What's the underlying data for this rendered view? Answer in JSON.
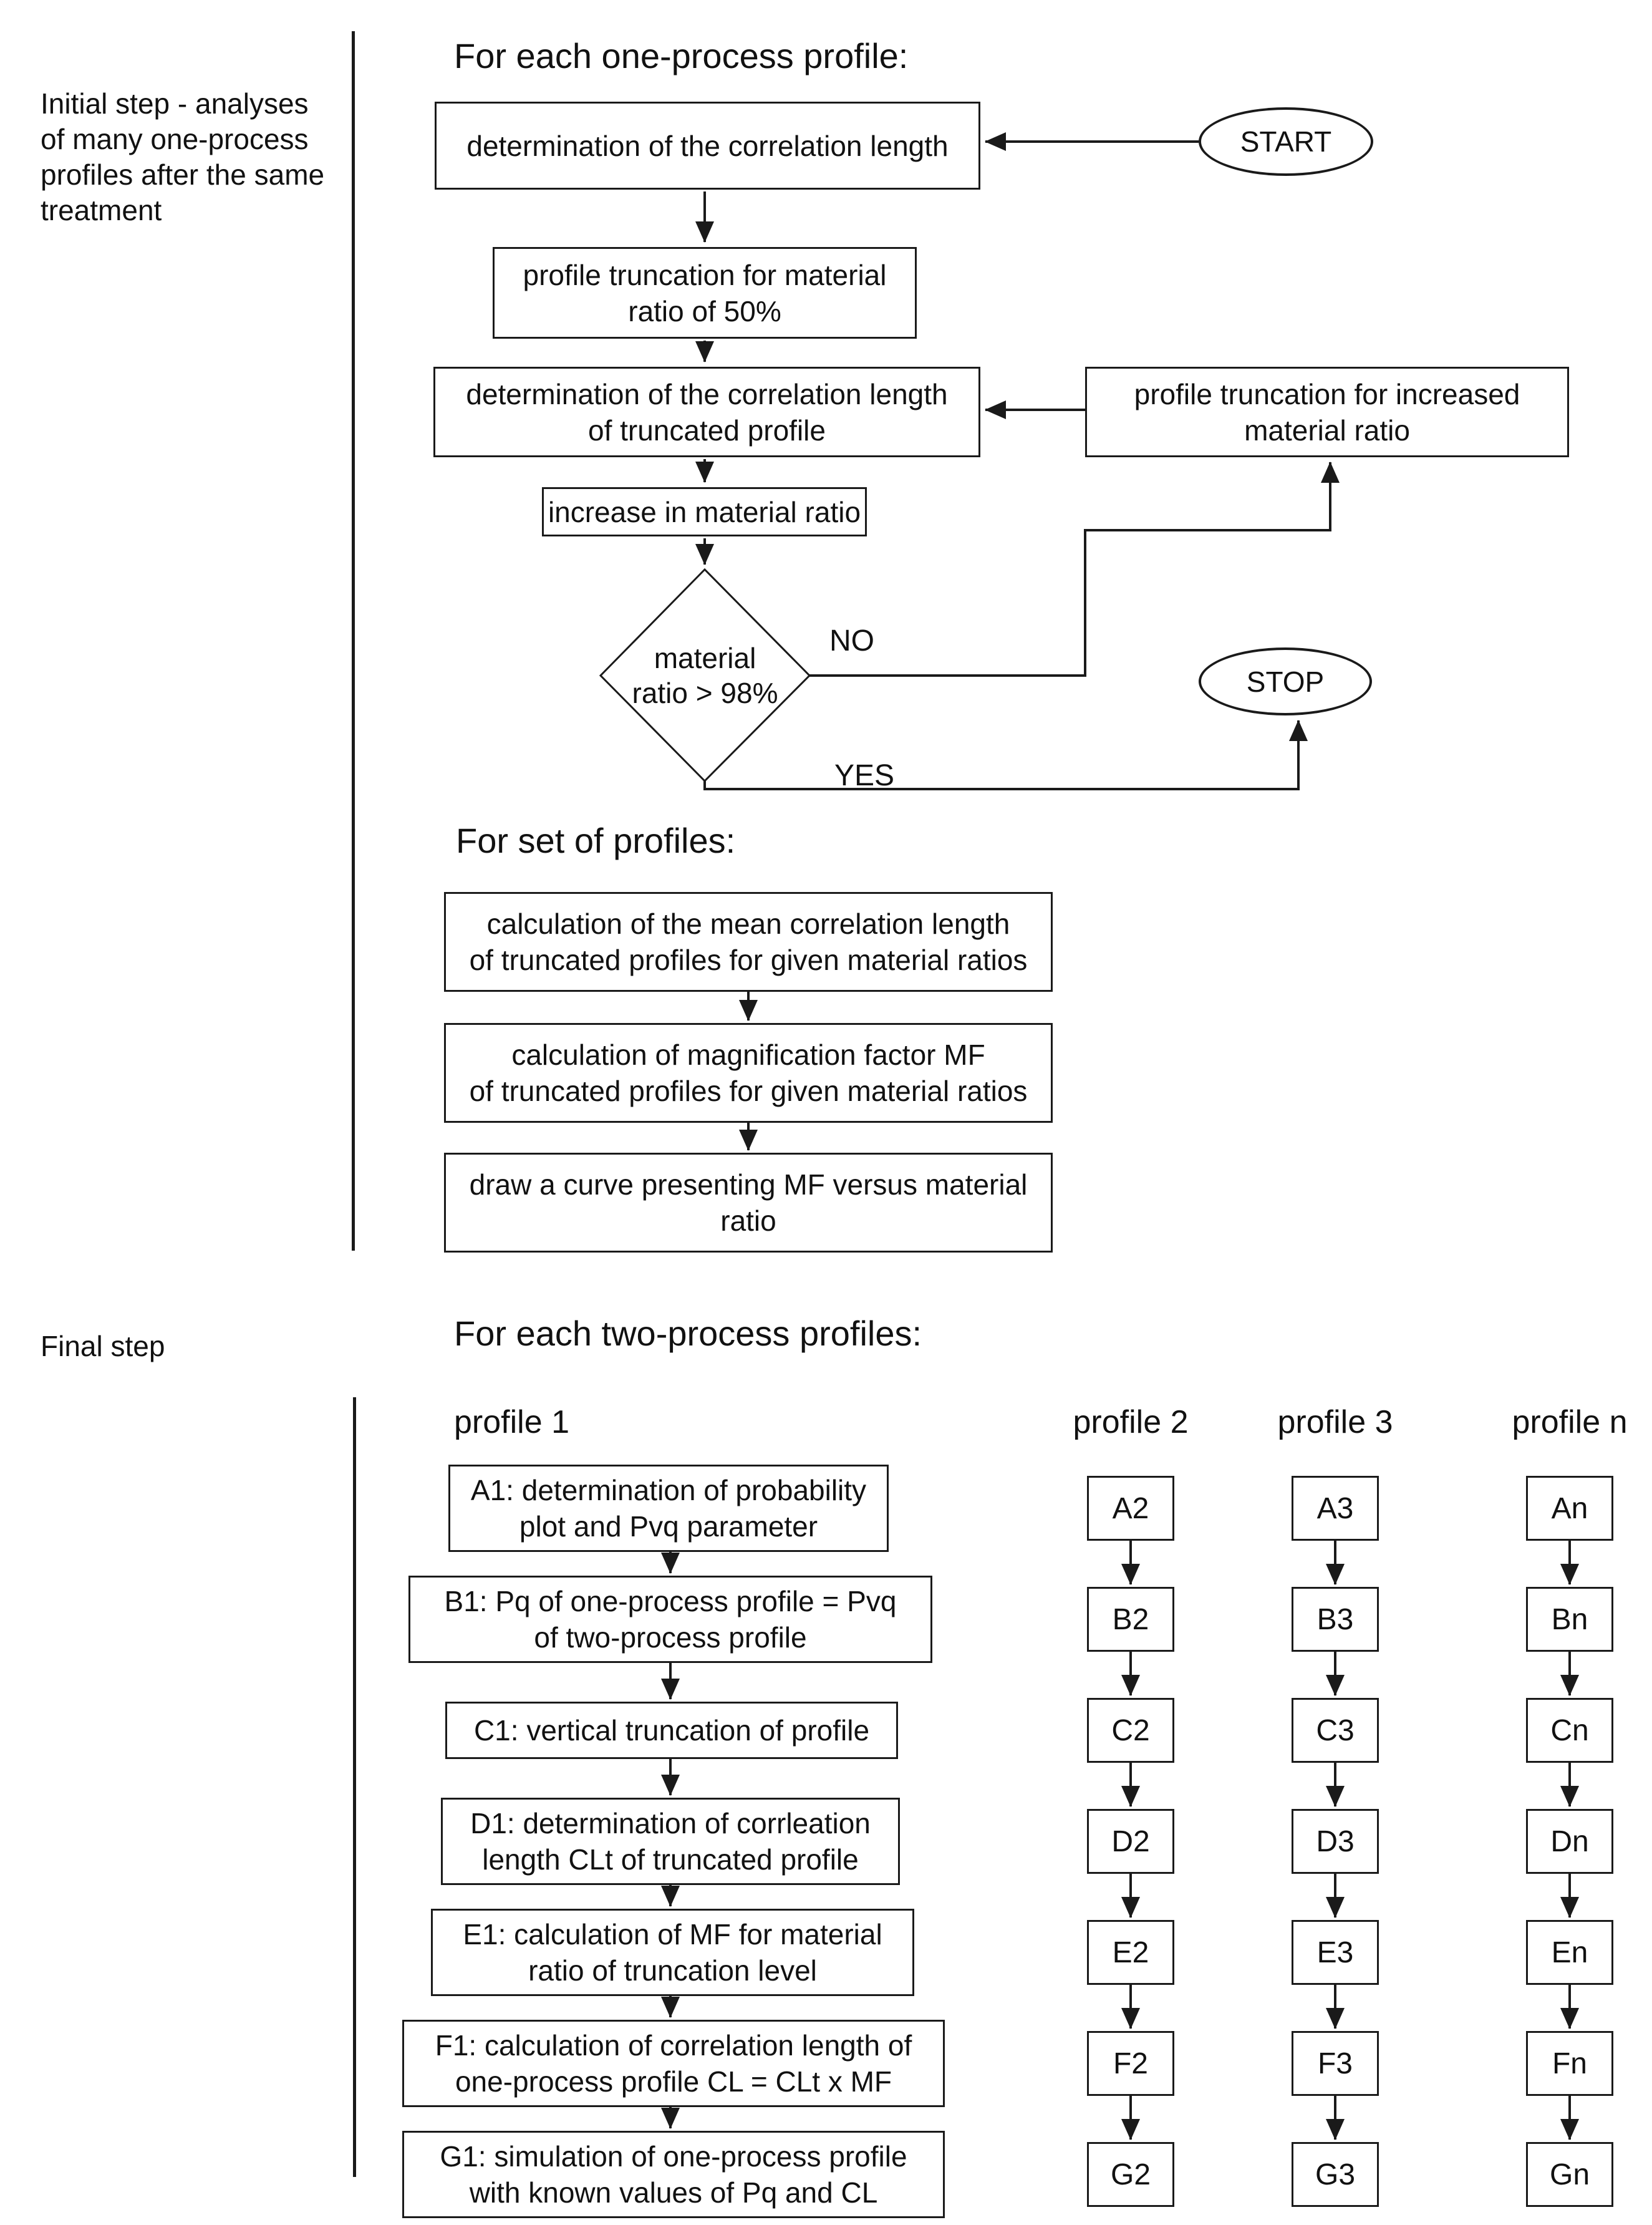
{
  "initial_section": {
    "sidebar_note": "Initial step - analyses\nof many one-process\nprofiles after the same\ntreatment",
    "title": "For each one-process profile:",
    "start_label": "START",
    "stop_label": "STOP",
    "boxes": {
      "determine_cl": "determination of the correlation length",
      "truncate_50": "profile truncation for material\nratio of 50%",
      "determine_cl_truncated": "determination of the correlation length\nof truncated profile",
      "increase_ratio": "increase in material ratio",
      "truncate_increased": "profile truncation for increased\nmaterial ratio"
    },
    "decision": {
      "text": "material\nratio > 98%",
      "no": "NO",
      "yes": "YES"
    }
  },
  "set_section": {
    "title": "For set of profiles:",
    "boxes": {
      "mean_cl": "calculation of the mean correlation length\nof truncated profiles for given material ratios",
      "mf": "calculation of magnification factor MF\nof truncated profiles for given material ratios",
      "curve": "draw a curve presenting MF versus material\nratio"
    }
  },
  "final_section": {
    "sidebar_note": "Final step",
    "title": "For each two-process profiles:",
    "profile1": {
      "header": "profile 1",
      "steps": [
        "A1: determination of probability\nplot and Pvq parameter",
        "B1: Pq of one-process profile = Pvq\nof two-process profile",
        "C1: vertical truncation of profile",
        "D1: determination of corrleation\nlength CLt of truncated profile",
        "E1: calculation of MF for material\nratio of truncation level",
        "F1: calculation of correlation length of\none-process profile CL = CLt x MF",
        "G1: simulation of one-process profile\nwith known values of Pq and CL"
      ]
    },
    "profile2": {
      "header": "profile 2",
      "steps": [
        "A2",
        "B2",
        "C2",
        "D2",
        "E2",
        "F2",
        "G2"
      ]
    },
    "profile3": {
      "header": "profile 3",
      "steps": [
        "A3",
        "B3",
        "C3",
        "D3",
        "E3",
        "F3",
        "G3"
      ]
    },
    "profilen": {
      "header": "profile n",
      "steps": [
        "An",
        "Bn",
        "Cn",
        "Dn",
        "En",
        "Fn",
        "Gn"
      ]
    }
  }
}
